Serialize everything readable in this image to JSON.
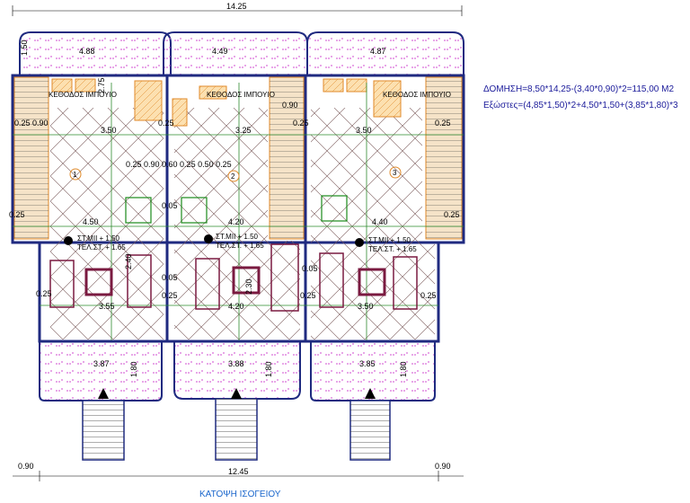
{
  "plan": {
    "overall_top": "14.25",
    "overall_bottom": "12.45",
    "side_left_bottom": "0.90",
    "side_right_bottom": "0.90",
    "room_label": "ΚΕΘΟΔΟΣ ΙΜΠΟΥΙΟ",
    "unit_numbers": [
      "1",
      "2",
      "3"
    ],
    "level_upper": "ΣΤ.ΜΙΙ + 1.50",
    "level_lower": "ΤΕΛ.ΣΤ. + 1.65",
    "dims": {
      "veranda_top": [
        "4.88",
        "4.49",
        "4.87"
      ],
      "veranda_top_depth": "1.50",
      "kitchen_widths": [
        "3.50",
        "3.25",
        "3.50"
      ],
      "living_widths": [
        "4.50",
        "4.20",
        "4.40"
      ],
      "lower_widths": [
        "3.55",
        "4.20",
        "3.50"
      ],
      "front_terrace": [
        "3.87",
        "3.88",
        "3.85"
      ],
      "front_depth": "1.80",
      "wall_025": "0.25",
      "wall_090": "0.90",
      "wall_005": "0.05",
      "small_060": "0.60",
      "v_275": "2.75",
      "v_230": "2.30",
      "v_240": "2.40",
      "combo_left": "0.25 0.90",
      "small_row": "0.25 0.90 0.60 0.25 0.50 0.25"
    }
  },
  "notes": {
    "domisi": "ΔΟΜΗΣΗ=8,50*14,25-(3,40*0,90)*2=115,00 M2",
    "exostes": "Εξώστες=(4,85*1,50)*2+4,50*1,50+(3,85*1,80)*3"
  },
  "caption": "ΚΑΤΟΨΗ ΙΣΟΓΕΙΟΥ",
  "colors": {
    "wall": "#1f2a80",
    "tile": "#d04fd0",
    "hatch": "#7a1a40",
    "grid": "#2e8b2e",
    "stair": "#e08a2a",
    "accent_red": "#cc0000",
    "furniture": "#7a1a40"
  }
}
